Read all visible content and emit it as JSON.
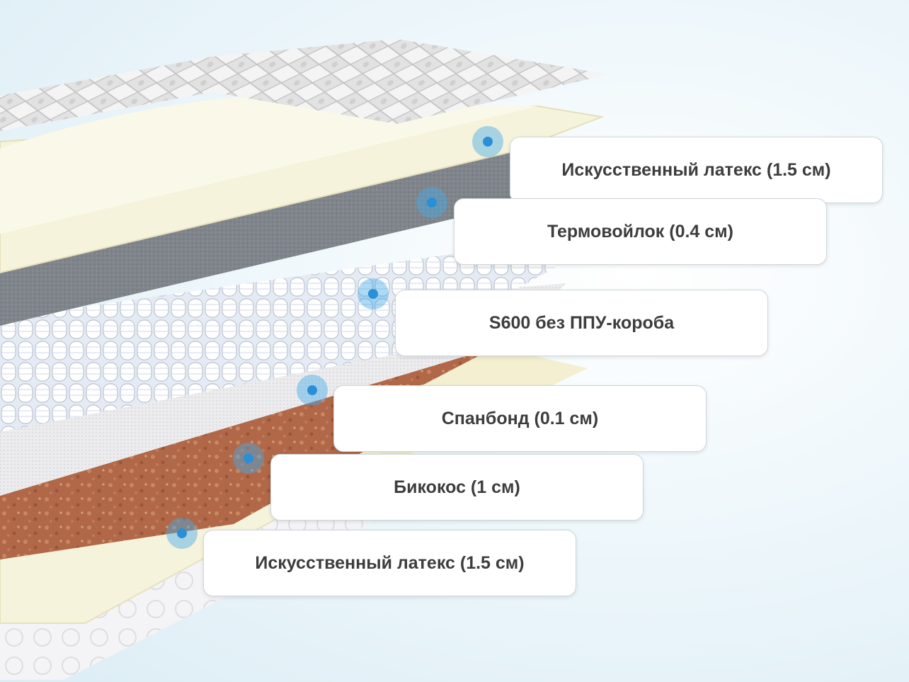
{
  "layers": [
    {
      "label": "Искусственный латекс (1.5 см)"
    },
    {
      "label": "Термовойлок (0.4 см)"
    },
    {
      "label": "S600 без ППУ-короба"
    },
    {
      "label": "Спанбонд (0.1 см)"
    },
    {
      "label": "Бикокос (1 см)"
    },
    {
      "label": "Искусственный латекс (1.5 см)"
    }
  ],
  "colors": {
    "marker": "#2b8fd8",
    "latex": "#f6f3dc",
    "felt": "#7d8288",
    "coir": "#b36a47",
    "springs": "#eef2f8",
    "label_text": "#3d3d3d"
  }
}
